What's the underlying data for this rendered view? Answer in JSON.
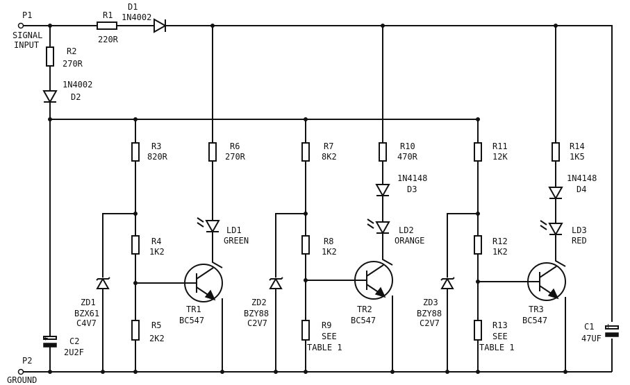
{
  "labels": {
    "p1": "P1",
    "signal": "SIGNAL",
    "input": "INPUT",
    "p2": "P2",
    "ground": "GROUND",
    "r1": [
      "R1",
      "220R"
    ],
    "d1": [
      "D1",
      "1N4002"
    ],
    "r2": [
      "R2",
      "270R"
    ],
    "d2": [
      "1N4002",
      "D2"
    ],
    "r3": [
      "R3",
      "820R"
    ],
    "r4": [
      "R4",
      "1K2"
    ],
    "r5": [
      "R5",
      "2K2"
    ],
    "r6": [
      "R6",
      "270R"
    ],
    "ld1": [
      "LD1",
      "GREEN"
    ],
    "tr1": [
      "TR1",
      "BC547"
    ],
    "zd1": [
      "ZD1",
      "BZX61",
      "C4V7"
    ],
    "c2": [
      "C2",
      "2U2F"
    ],
    "r7": [
      "R7",
      "8K2"
    ],
    "r8": [
      "R8",
      "1K2"
    ],
    "r9": [
      "R9",
      "SEE",
      "TABLE 1"
    ],
    "zd2": [
      "ZD2",
      "BZY88",
      "C2V7"
    ],
    "r10": [
      "R10",
      "470R"
    ],
    "d3": [
      "1N4148",
      "D3"
    ],
    "ld2": [
      "LD2",
      "ORANGE"
    ],
    "tr2": [
      "TR2",
      "BC547"
    ],
    "r11": [
      "R11",
      "12K"
    ],
    "r12": [
      "R12",
      "1K2"
    ],
    "r13": [
      "R13",
      "SEE",
      "TABLE 1"
    ],
    "zd3": [
      "ZD3",
      "BZY88",
      "C2V7"
    ],
    "r14": [
      "R14",
      "1K5"
    ],
    "d4": [
      "1N4148",
      "D4"
    ],
    "ld3": [
      "LD3",
      "RED"
    ],
    "tr3": [
      "TR3",
      "BC547"
    ],
    "c1": [
      "C1",
      "47UF"
    ],
    "c2_plus": "+",
    "c1_plus": "+"
  }
}
